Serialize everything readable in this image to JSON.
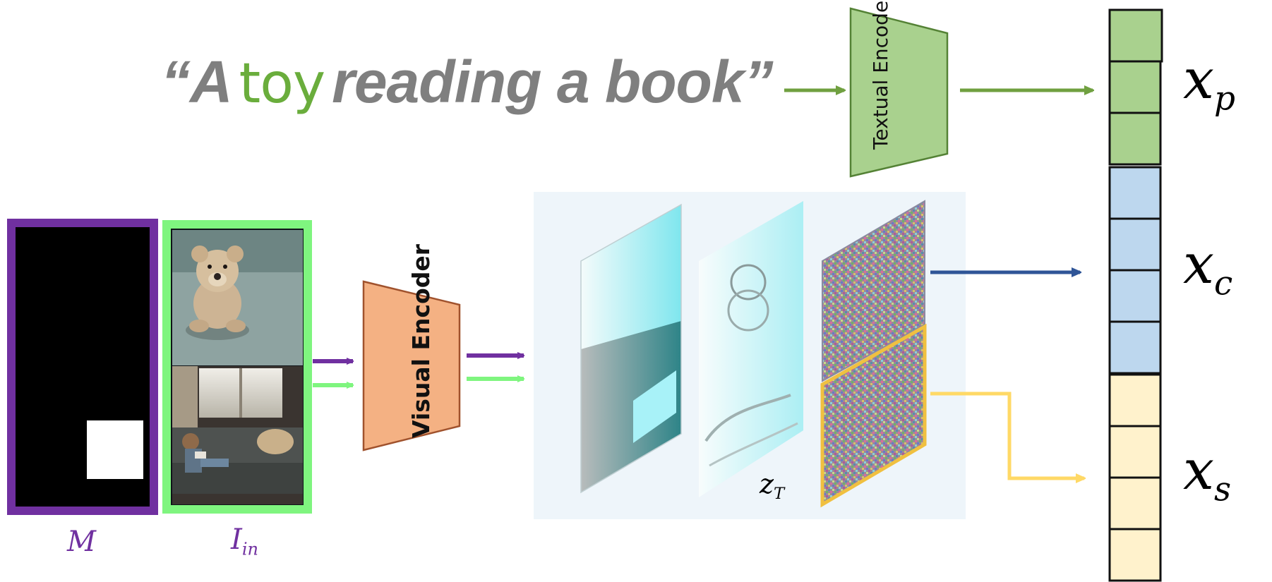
{
  "prompt": {
    "open_quote": "“A",
    "highlight_word": "toy",
    "rest": "reading a book”",
    "highlight_color": "#6aad3c",
    "text_color": "#7f7f7f"
  },
  "textual_encoder": {
    "label": "Textual Encoder",
    "fill": "#a9d18e"
  },
  "visual_encoder": {
    "label": "Visual Encoder",
    "fill": "#f4b183"
  },
  "labels": {
    "mask": "M",
    "input_base": "I",
    "input_sub": "in",
    "latent_base": "z",
    "latent_sub": "T"
  },
  "tokens": {
    "xp_base": "x",
    "xp_sub": "p",
    "xp_fill": "#a9d18e",
    "xc_base": "x",
    "xc_sub": "c",
    "xc_fill": "#bdd7ee",
    "xs_base": "x",
    "xs_sub": "s",
    "xs_fill": "#fff2cc"
  },
  "colors": {
    "mask_frame": "#7030a0",
    "image_frame": "#7ff57f",
    "arrow_purple": "#7030a0",
    "arrow_green": "#7ff57f",
    "arrow_prompt": "#70a040",
    "arrow_blue": "#2f5597",
    "arrow_yellow": "#ffd966"
  }
}
